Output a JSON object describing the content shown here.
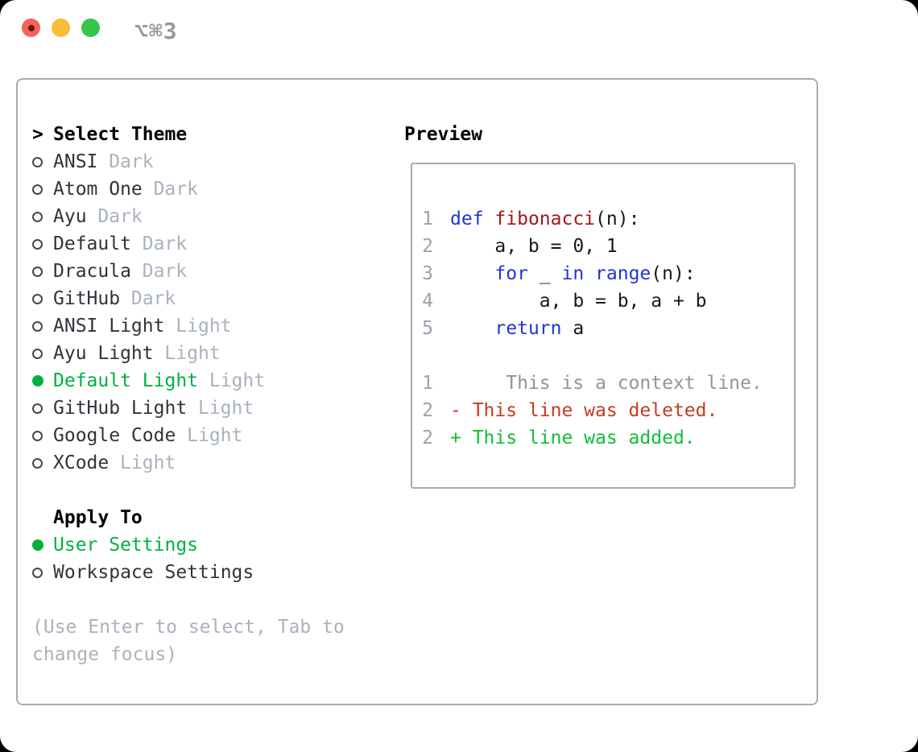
{
  "titlebar": {
    "shortcut": "⌥⌘3"
  },
  "panel": {
    "select_header": {
      "prompt": ">",
      "label": "Select Theme"
    },
    "themes": [
      {
        "name": "ANSI",
        "tag": "Dark",
        "selected": false
      },
      {
        "name": "Atom One",
        "tag": "Dark",
        "selected": false
      },
      {
        "name": "Ayu",
        "tag": "Dark",
        "selected": false
      },
      {
        "name": "Default",
        "tag": "Dark",
        "selected": false
      },
      {
        "name": "Dracula",
        "tag": "Dark",
        "selected": false
      },
      {
        "name": "GitHub",
        "tag": "Dark",
        "selected": false
      },
      {
        "name": "ANSI Light",
        "tag": "Light",
        "selected": false
      },
      {
        "name": "Ayu Light",
        "tag": "Light",
        "selected": false
      },
      {
        "name": "Default Light",
        "tag": "Light",
        "selected": true
      },
      {
        "name": "GitHub Light",
        "tag": "Light",
        "selected": false
      },
      {
        "name": "Google Code",
        "tag": "Light",
        "selected": false
      },
      {
        "name": "XCode",
        "tag": "Light",
        "selected": false
      }
    ],
    "apply_to": {
      "label": "Apply To",
      "options": [
        {
          "label": "User Settings",
          "selected": true
        },
        {
          "label": "Workspace Settings",
          "selected": false
        }
      ]
    },
    "hint": "(Use Enter to select, Tab to change focus)"
  },
  "preview": {
    "label": "Preview",
    "code_lines": [
      {
        "num": "1",
        "tokens": [
          [
            "kw",
            "def"
          ],
          [
            "pl",
            " "
          ],
          [
            "fn",
            "fibonacci"
          ],
          [
            "pl",
            "(n):"
          ]
        ]
      },
      {
        "num": "2",
        "tokens": [
          [
            "pl",
            "    a, b = 0, 1"
          ]
        ]
      },
      {
        "num": "3",
        "tokens": [
          [
            "pl",
            "    "
          ],
          [
            "kw",
            "for"
          ],
          [
            "pl",
            " _ "
          ],
          [
            "kw",
            "in"
          ],
          [
            "pl",
            " "
          ],
          [
            "kw",
            "range"
          ],
          [
            "pl",
            "(n):"
          ]
        ]
      },
      {
        "num": "4",
        "tokens": [
          [
            "pl",
            "        a, b = b, a + b"
          ]
        ]
      },
      {
        "num": "5",
        "tokens": [
          [
            "pl",
            "    "
          ],
          [
            "kw",
            "return"
          ],
          [
            "pl",
            " a"
          ]
        ]
      }
    ],
    "diff_lines": [
      {
        "num": "1",
        "kind": "ctx",
        "text": "     This is a context line."
      },
      {
        "num": "2",
        "kind": "del",
        "text": "- This line was deleted."
      },
      {
        "num": "2",
        "kind": "add",
        "text": "+ This line was added."
      }
    ]
  },
  "colors": {
    "accent_green": "#00b140",
    "diff_add_green": "#0fbf38",
    "diff_del_red": "#c63a23",
    "keyword_blue": "#2135d2",
    "function_dark_red": "#a61616",
    "muted_gray": "#a9b2be",
    "line_number_gray": "#9aa3ae",
    "border_gray": "#a6abb3"
  }
}
